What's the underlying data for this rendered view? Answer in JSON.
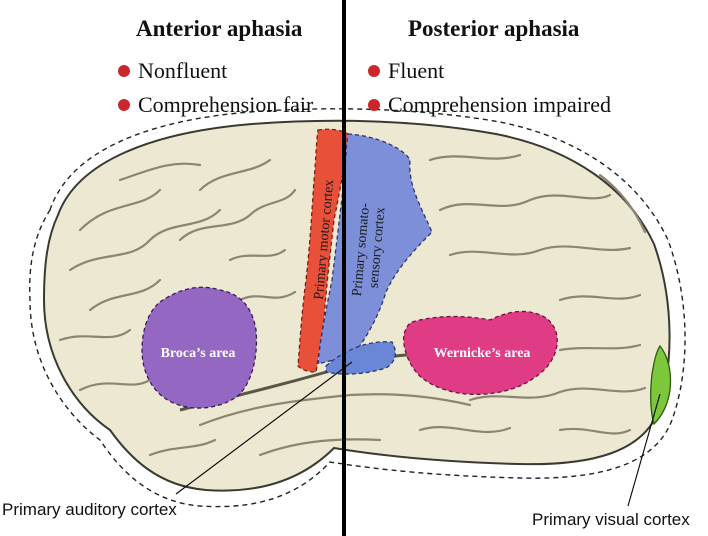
{
  "anterior": {
    "title": "Anterior aphasia",
    "bullets": [
      "Nonfluent",
      "Comprehension fair"
    ]
  },
  "posterior": {
    "title": "Posterior aphasia",
    "bullets": [
      "Fluent",
      "Comprehension impaired"
    ]
  },
  "areas": {
    "broca": "Broca’s area",
    "wernicke": "Wernicke’s area",
    "motor": "Primary motor cortex",
    "somato_line1": "Primary somato-",
    "somato_line2": "sensory cortex"
  },
  "callouts": {
    "auditory": "Primary auditory cortex",
    "visual": "Primary visual cortex"
  },
  "colors": {
    "bullet": "#c8282c",
    "brain": "#ece8d2",
    "motor": "#e8503a",
    "somatosensory": "#7d8fd8",
    "broca": "#9467c2",
    "wernicke": "#e03c86",
    "auditory": "#6a86d6",
    "visual": "#7cc83a"
  }
}
